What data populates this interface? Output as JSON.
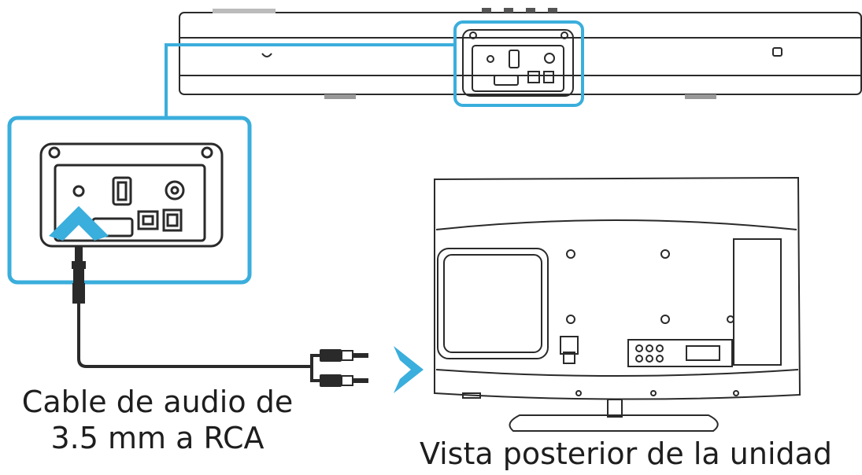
{
  "labels": {
    "cable_line1": "Cable de audio de",
    "cable_line2": "3.5 mm a RCA",
    "view_caption": "Vista posterior de la unidad"
  },
  "colors": {
    "accent": "#3aaedc",
    "line": "#2a2a2a",
    "background": "#ffffff"
  },
  "icons": [
    "chevron-up-icon",
    "chevron-right-icon"
  ]
}
